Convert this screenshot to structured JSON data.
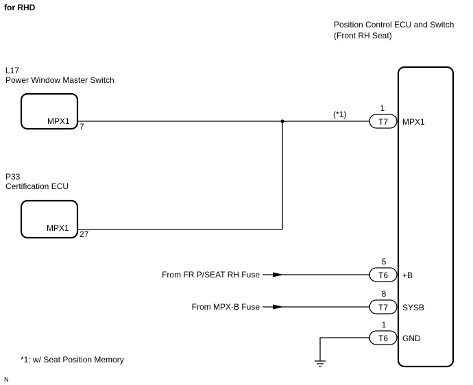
{
  "header": {
    "variant": "for RHD"
  },
  "ecu": {
    "title_line1": "Position Control ECU and Switch",
    "title_line2": "(Front RH Seat)",
    "pins": [
      {
        "pin": "1",
        "connector": "T7",
        "signal": "MPX1"
      },
      {
        "pin": "5",
        "connector": "T6",
        "signal": "+B"
      },
      {
        "pin": "8",
        "connector": "T7",
        "signal": "SYSB"
      },
      {
        "pin": "1",
        "connector": "T6",
        "signal": "GND"
      }
    ]
  },
  "components": [
    {
      "code": "L17",
      "name": "Power Window Master Switch",
      "terminal": "MPX1",
      "pin": "7"
    },
    {
      "code": "P33",
      "name": "Certification ECU",
      "terminal": "MPX1",
      "pin": "27"
    }
  ],
  "wire_note": "(*1)",
  "fuse_inputs": [
    {
      "label": "From FR P/SEAT RH Fuse"
    },
    {
      "label": "From MPX-B Fuse"
    }
  ],
  "footnote": "*1: w/ Seat Position Memory",
  "corner_mark": "N"
}
